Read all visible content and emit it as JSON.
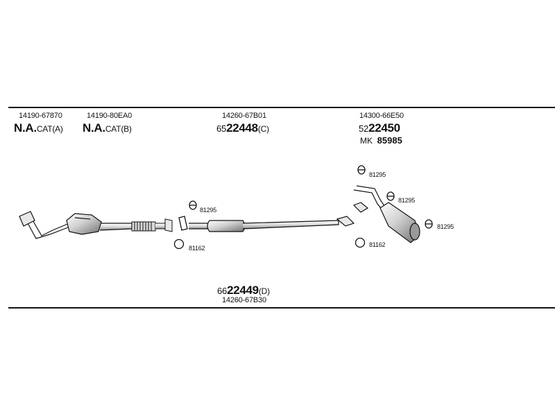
{
  "top_labels": [
    {
      "part_no": "14190-67870",
      "prefix": "N.A.",
      "suffix": "CAT(A)"
    },
    {
      "part_no": "14190-80EA0",
      "prefix": "N.A.",
      "suffix": "CAT(B)"
    },
    {
      "part_no": "14260-67B01",
      "prefix": "65",
      "code": "22448",
      "suffix": "(C)"
    },
    {
      "part_no": "14300-66E50",
      "prefix": "52",
      "code": "22450",
      "suffix": ""
    }
  ],
  "mk_label": {
    "prefix": "MK",
    "code": "85985"
  },
  "bottom_label": {
    "prefix": "66",
    "code": "22449",
    "suffix": "(D)",
    "part_no": "14260-67B30"
  },
  "gasket_labels": {
    "g1": "81295",
    "g2": "81295",
    "g3": "81295",
    "g4": "81295"
  },
  "ring_labels": {
    "r1": "81162",
    "r2": "81162"
  },
  "colors": {
    "line": "#111111",
    "part_fill": "#e8e8e8",
    "part_shade": "#9a9a9a"
  }
}
